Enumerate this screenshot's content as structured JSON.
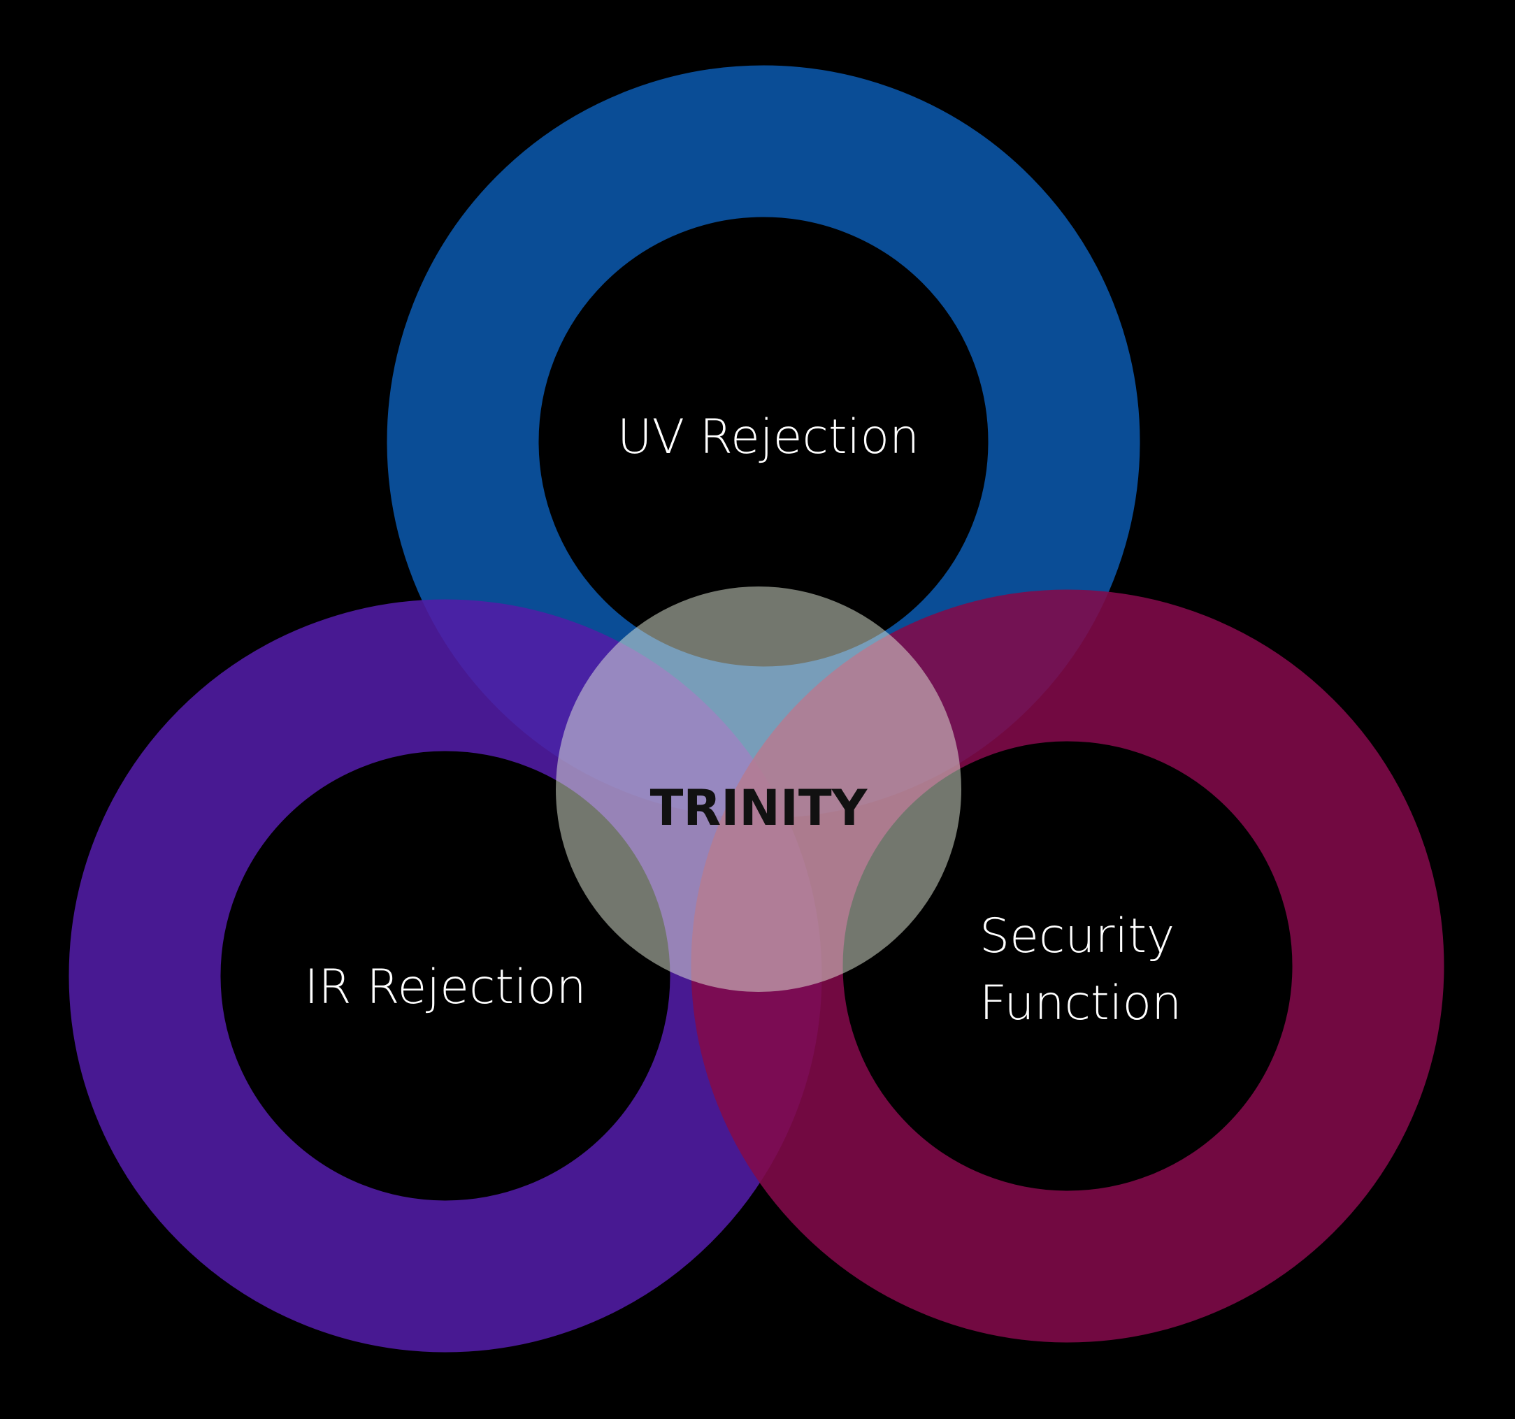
{
  "diagram": {
    "title": "TRINITY",
    "circles": [
      {
        "label": "UV Rejection",
        "color": "#0a4d96"
      },
      {
        "label": "IR Rejection",
        "color": "#521ca6"
      },
      {
        "label_lines": [
          "Security",
          "Function"
        ],
        "color": "#820a4a"
      }
    ],
    "center_color": "#e6eedc"
  }
}
